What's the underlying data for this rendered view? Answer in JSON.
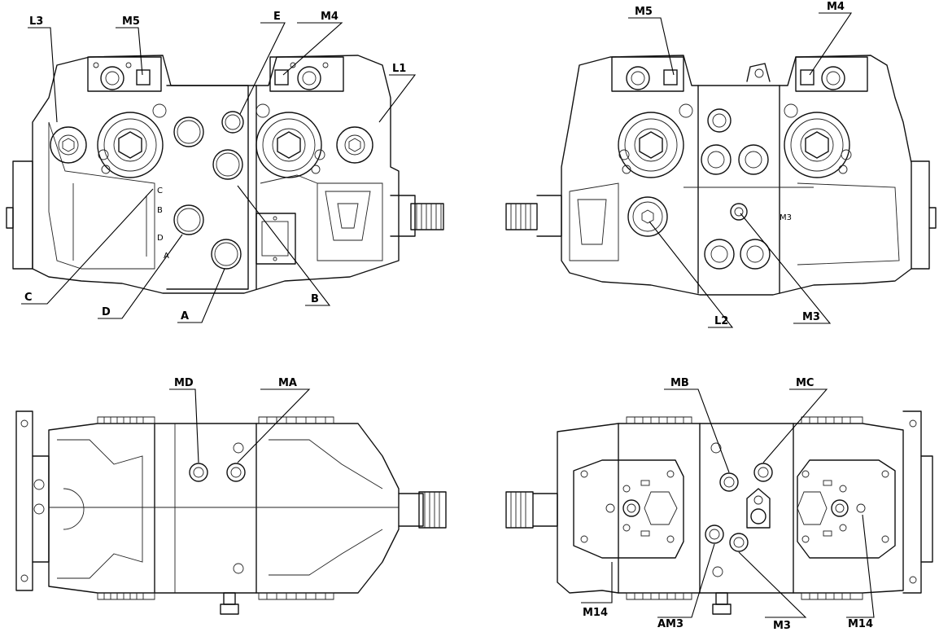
{
  "views": {
    "top_left": {
      "labels": [
        "L3",
        "M5",
        "E",
        "M4",
        "L1",
        "C",
        "D",
        "A",
        "B"
      ],
      "body_letters": [
        "C",
        "B",
        "D",
        "A"
      ]
    },
    "top_right": {
      "labels": [
        "M5",
        "M4",
        "L2",
        "M3"
      ],
      "body_letters": [
        "M3"
      ]
    },
    "bottom_left": {
      "labels": [
        "MD",
        "MA"
      ]
    },
    "bottom_right": {
      "labels": [
        "MB",
        "MC",
        "M14",
        "AM3",
        "M3",
        "M14"
      ]
    }
  },
  "colors": {
    "line": "#111111",
    "background": "#ffffff"
  }
}
